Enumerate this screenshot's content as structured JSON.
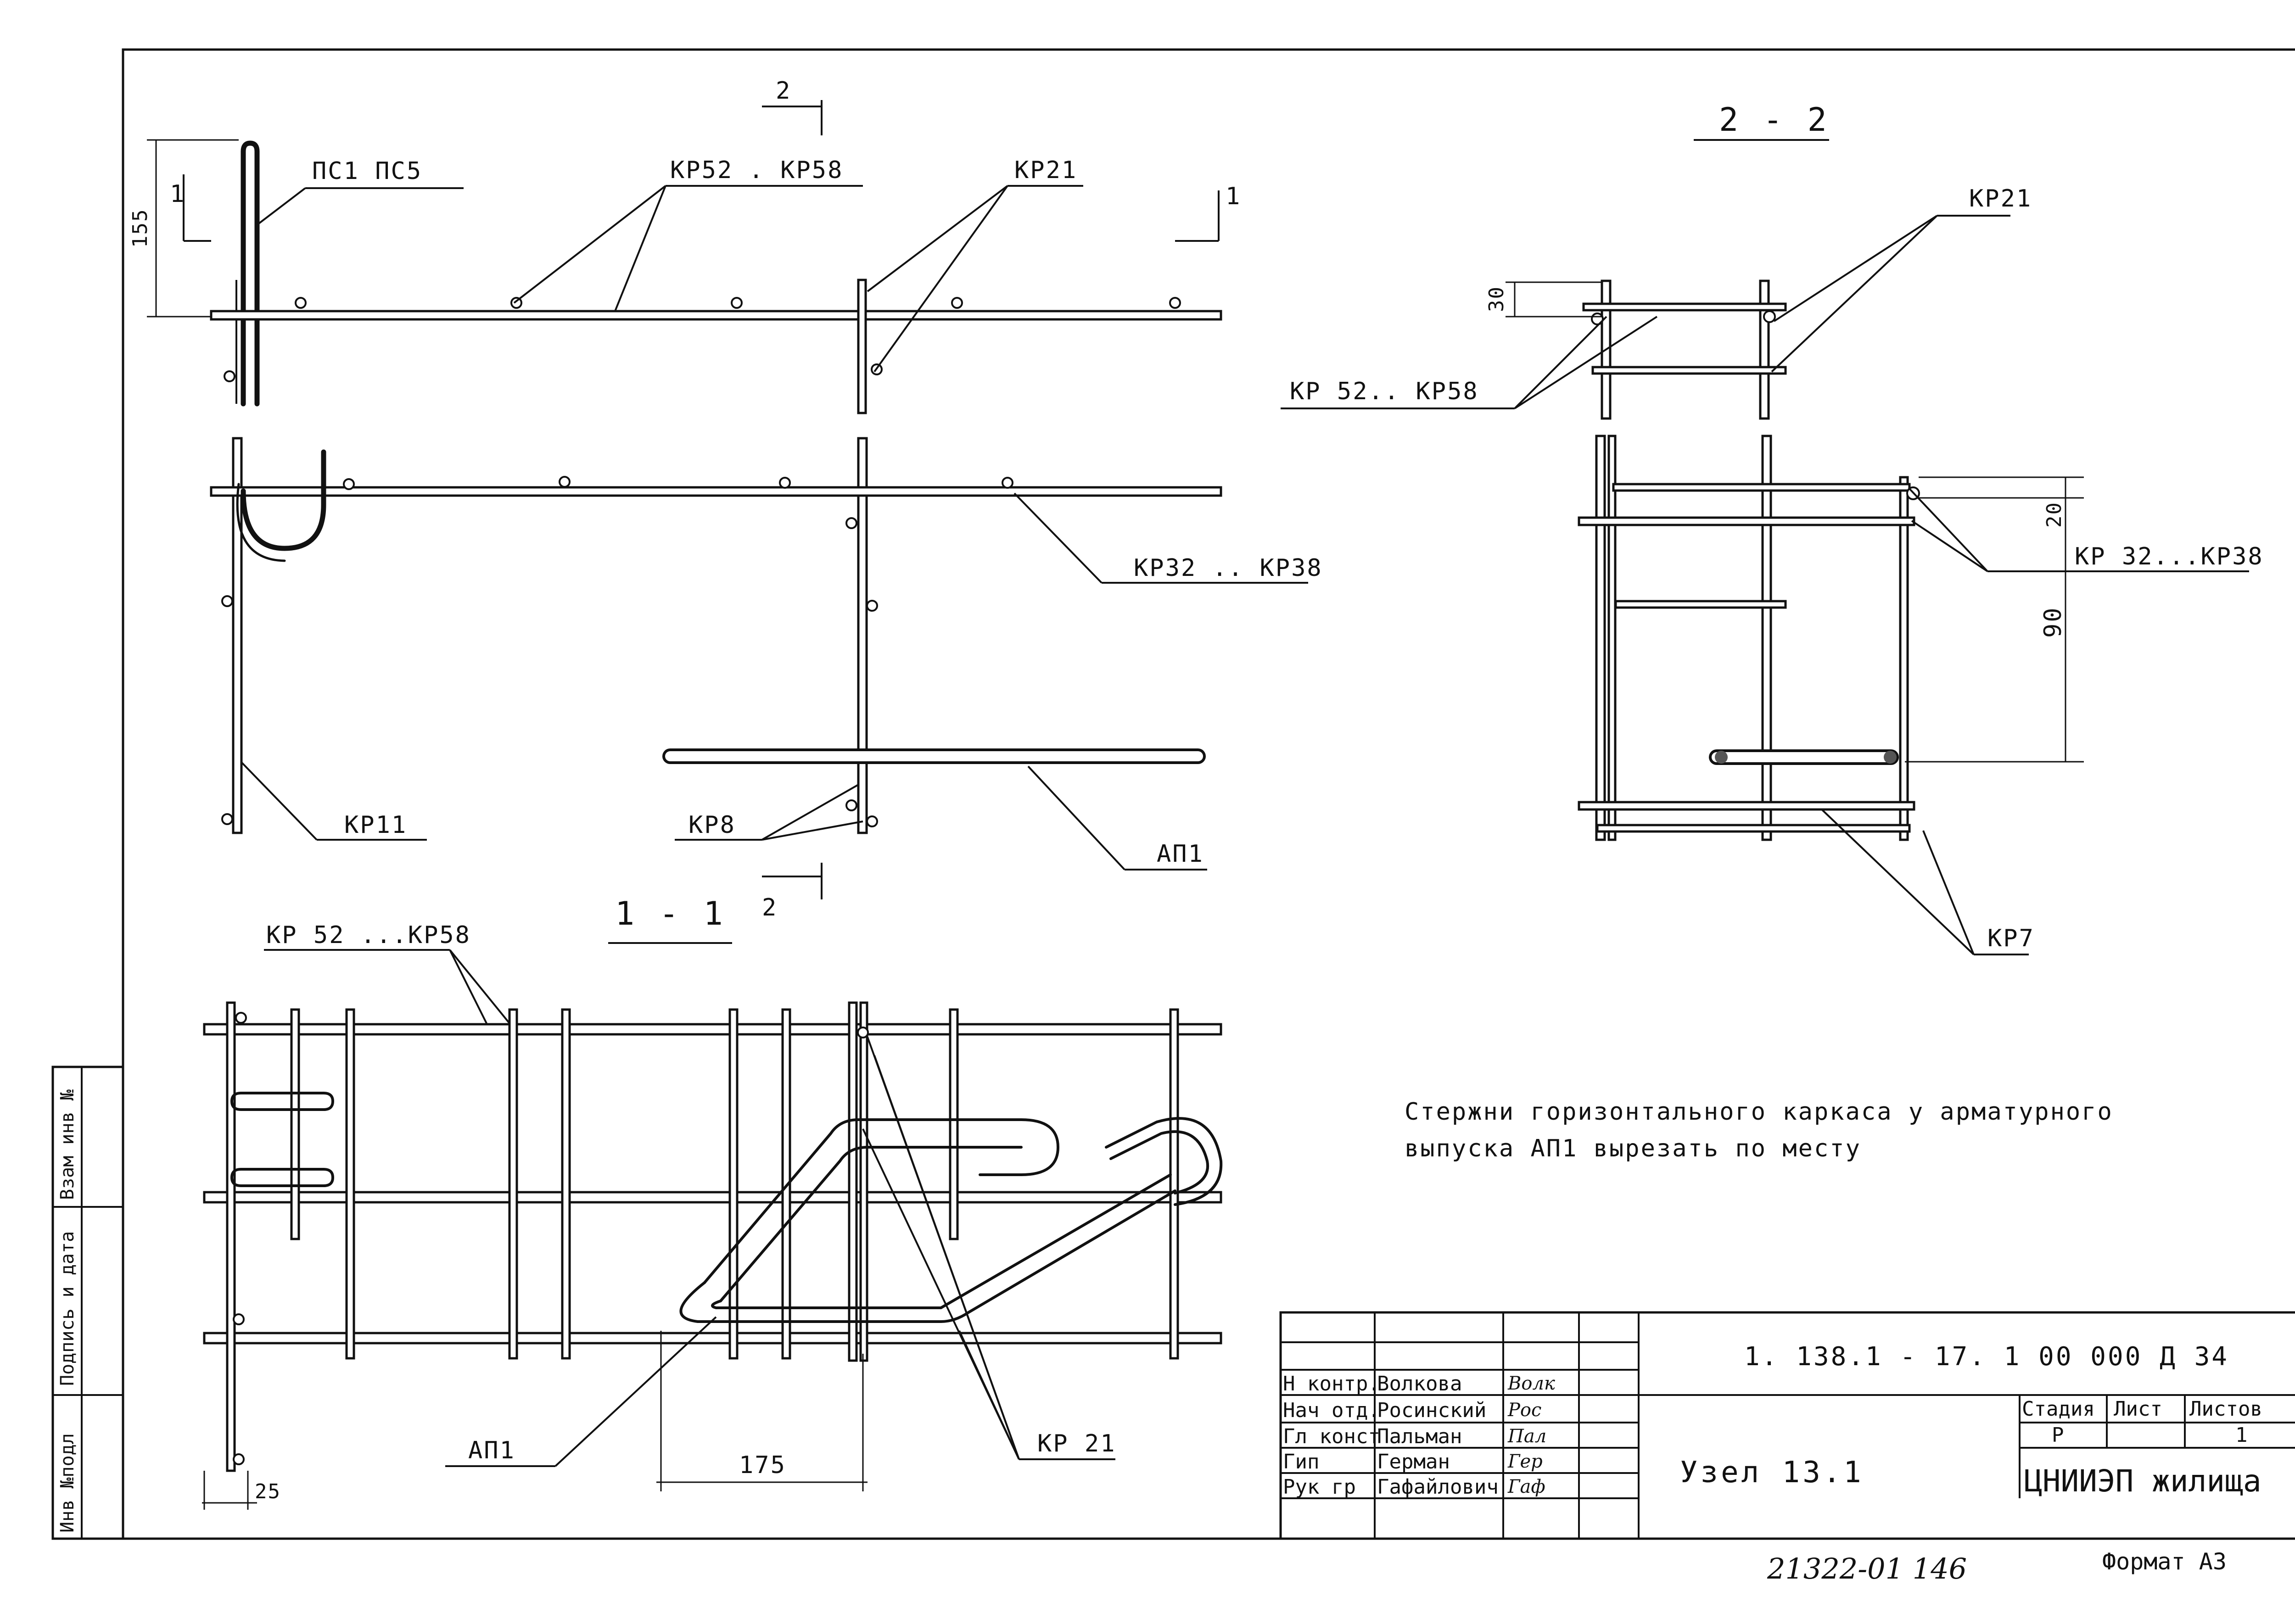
{
  "view_top": {
    "sec_mark_2_top": "2",
    "sec_mark_1_left": "1",
    "sec_mark_1_right": "1",
    "dim_155": "155",
    "label_pc": "ПС1  ПС5",
    "label_kp52_58": "КР52  . КР58",
    "label_kp21": "КР21",
    "label_kp32_38": "КР32 .. КР38",
    "label_kp11": "КР11",
    "label_kp8": "КР8",
    "label_ap1": "АП1",
    "sec_mark_2_bottom": "2"
  },
  "section_2_2": {
    "title": "2 - 2",
    "label_kp21": "КР21",
    "dim_30": "30",
    "label_kp52_58": "КР 52.. КР58",
    "dim_20": "20",
    "label_kp32_38": "КР 32...КР38",
    "dim_90": "90",
    "label_kp7": "КР7"
  },
  "section_1_1": {
    "title": "1  -  1",
    "label_kp52_58": "КР 52 ...КР58",
    "label_ap1": "АП1",
    "dim_175": "175",
    "label_kp21": "КР 21",
    "dim_25": "25"
  },
  "note": {
    "line1": "Стержни горизонтального каркаса у арматурного",
    "line2": "выпуска АП1 вырезать по месту"
  },
  "side_stamp": {
    "cell1": "Взам инв №",
    "cell2": "Подпись и дата",
    "cell3": "Инв №подл"
  },
  "title_block": {
    "code": "1. 138.1 - 17. 1  00 000  Д 34",
    "name": "Узел  13.1",
    "stage_header": "Стадия",
    "sheet_header": "Лист",
    "sheets_header": "Листов",
    "stage_value": "Р",
    "sheets_value": "1",
    "organization": "ЦНИИЭП жилища",
    "roles": [
      {
        "role": "Н контр.",
        "name": "Волкова",
        "sign": "Волк"
      },
      {
        "role": "Нач отд.",
        "name": "Росинский",
        "sign": "Рос"
      },
      {
        "role": "Гл конст",
        "name": "Пальман",
        "sign": "Пал"
      },
      {
        "role": "Гип",
        "name": "Герман",
        "sign": "Гер"
      },
      {
        "role": "Рук гр",
        "name": "Гафайлович",
        "sign": "Гаф"
      }
    ]
  },
  "footer": {
    "archive_number": "21322-01  146",
    "format": "Формат А3"
  }
}
